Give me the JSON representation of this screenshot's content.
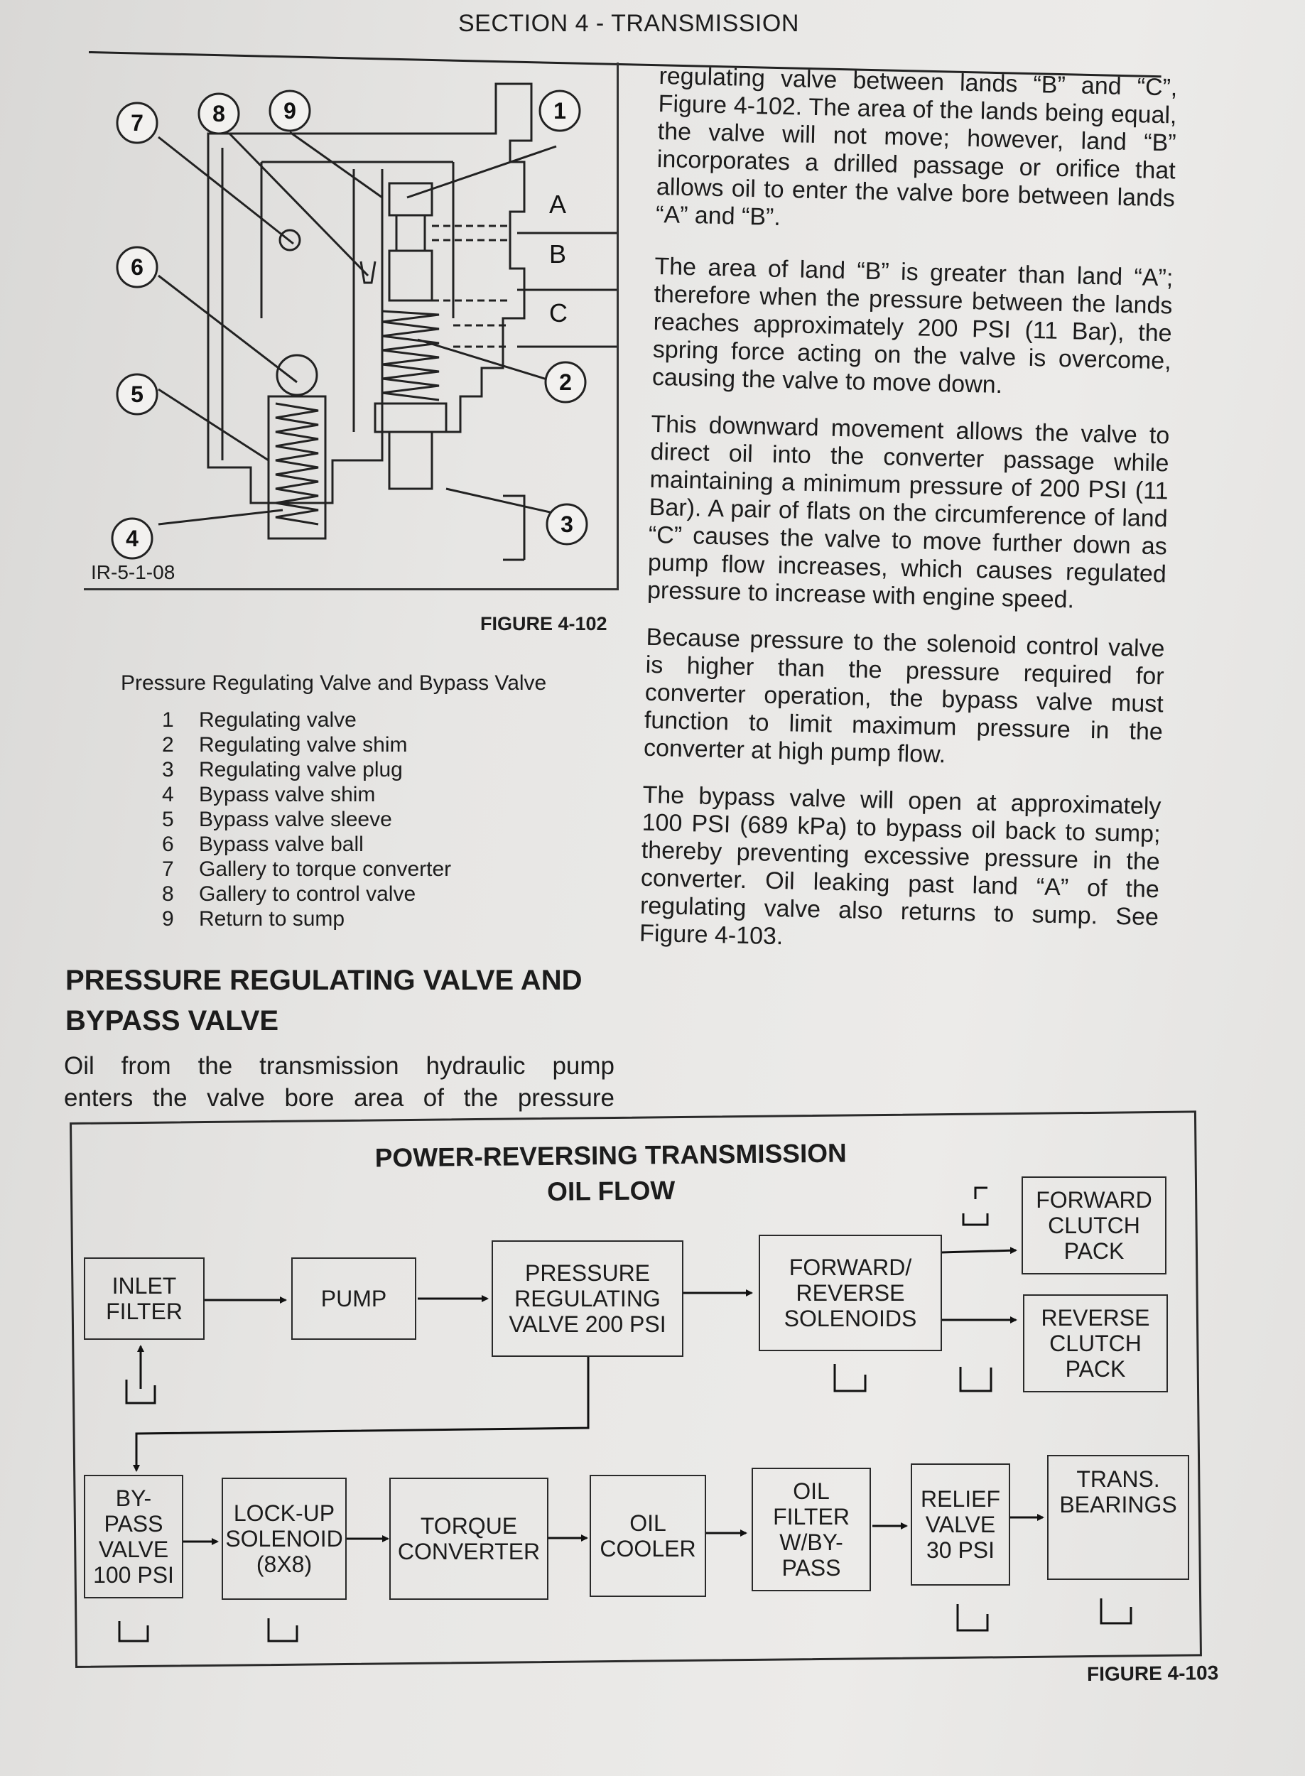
{
  "header": {
    "section": "SECTION 4 - TRANSMISSION"
  },
  "figure_102": {
    "callouts": [
      "7",
      "8",
      "9",
      "1",
      "6",
      "5",
      "4",
      "2",
      "3"
    ],
    "land_labels": [
      "A",
      "B",
      "C"
    ],
    "id": "IR-5-1-08",
    "caption": "FIGURE 4-102"
  },
  "legend": {
    "title": "Pressure Regulating Valve and Bypass Valve",
    "items": [
      {
        "num": "1",
        "label": "Regulating valve"
      },
      {
        "num": "2",
        "label": "Regulating valve shim"
      },
      {
        "num": "3",
        "label": "Regulating valve plug"
      },
      {
        "num": "4",
        "label": "Bypass valve shim"
      },
      {
        "num": "5",
        "label": "Bypass valve sleeve"
      },
      {
        "num": "6",
        "label": "Bypass valve ball"
      },
      {
        "num": "7",
        "label": "Gallery to torque converter"
      },
      {
        "num": "8",
        "label": "Gallery to control valve"
      },
      {
        "num": "9",
        "label": "Return to sump"
      }
    ]
  },
  "section": {
    "heading_line1": "PRESSURE REGULATING VALVE AND",
    "heading_line2": "BYPASS VALVE",
    "intro_line1": "Oil from the transmission hydraulic pump",
    "intro_line2": "enters the valve bore area of the pressure"
  },
  "right_column": {
    "p1": "regulating valve between lands “B” and “C”, Figure 4-102. The area of the lands being equal, the valve will not move; however, land “B” incorporates a drilled passage or orifice that allows oil to enter the valve bore between lands “A” and “B”.",
    "p2": "The area of land “B” is greater than land “A”; therefore when the pressure between the lands reaches approximately 200 PSI (11 Bar), the spring force acting on the valve is overcome, causing the valve to move down.",
    "p3": "This downward movement allows the valve to direct oil into the converter passage while maintaining a minimum pressure of 200 PSI (11 Bar). A pair of flats on the circumference of land “C” causes the valve to move further down as pump flow increases, which causes regulated pressure to increase with engine speed.",
    "p4": "Because pressure to the solenoid control valve is higher than the pressure required for converter operation, the bypass valve must function to limit maximum pressure in the converter at high pump flow.",
    "p5": "The bypass valve will open at approximately 100 PSI (689 kPa) to bypass oil back to sump; thereby preventing excessive pressure in the converter. Oil leaking past land “A” of the regulating valve also returns to sump. See Figure 4-103."
  },
  "flow_chart": {
    "title_line1": "POWER-REVERSING TRANSMISSION",
    "title_line2": "OIL FLOW",
    "boxes": {
      "inlet_filter": "INLET\nFILTER",
      "pump": "PUMP",
      "pressure_regulating": "PRESSURE\nREGULATING\nVALVE 200 PSI",
      "fr_solenoids": "FORWARD/\nREVERSE\nSOLENOIDS",
      "forward_clutch": "FORWARD\nCLUTCH\nPACK",
      "reverse_clutch": "REVERSE\nCLUTCH\nPACK",
      "bypass_valve": "BY-\nPASS\nVALVE\n100 PSI",
      "lockup_solenoid": "LOCK-UP\nSOLENOID\n(8X8)",
      "torque_converter": "TORQUE\nCONVERTER",
      "oil_cooler": "OIL\nCOOLER",
      "oil_filter": "OIL\nFILTER\nW/BY-\nPASS",
      "relief_valve": "RELIEF\nVALVE\n30 PSI",
      "trans_bearings": "TRANS.\nBEARINGS"
    },
    "caption": "FIGURE 4-103"
  }
}
